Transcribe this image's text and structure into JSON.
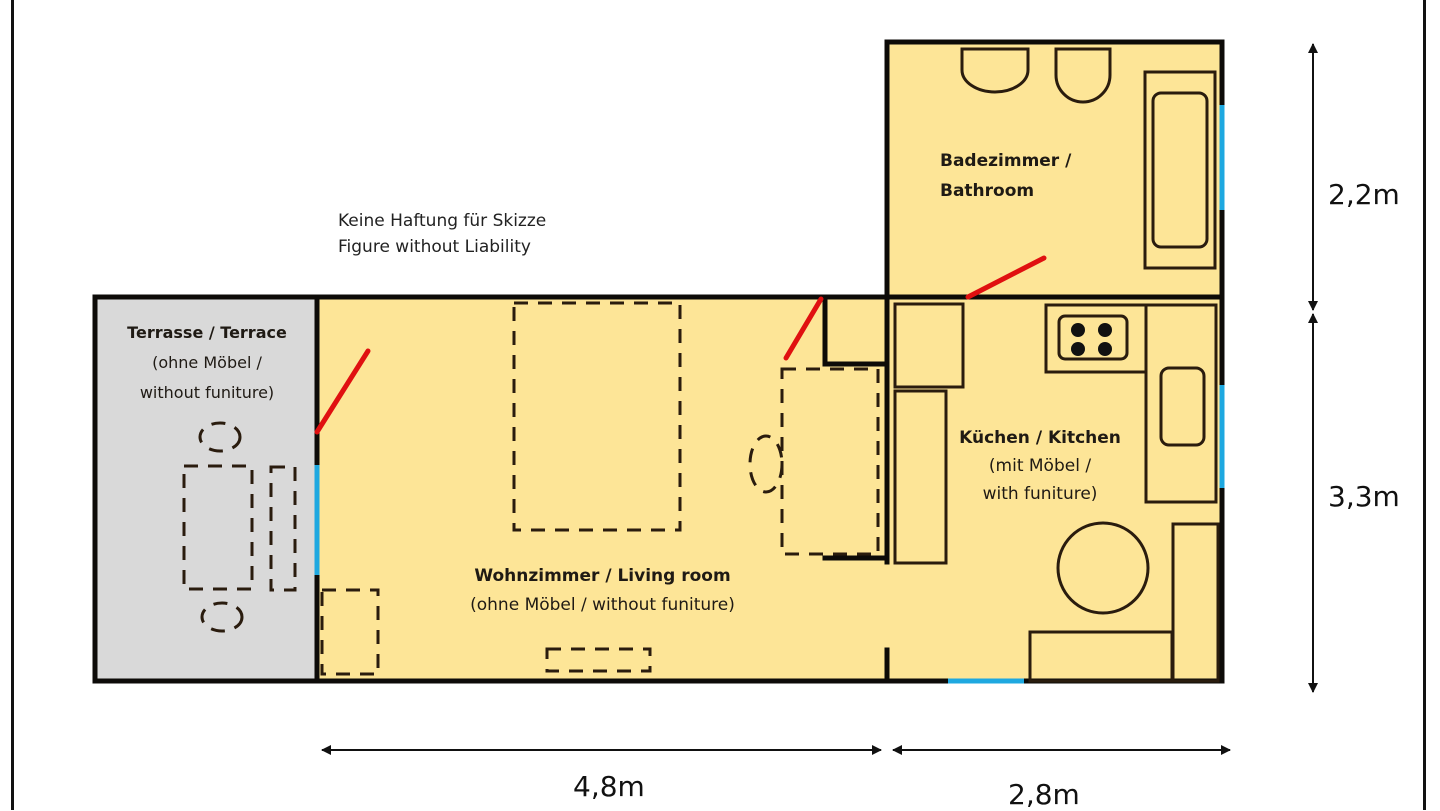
{
  "colors": {
    "room_fill": "#fde597",
    "terrace_fill": "#d9d9d9",
    "wall": "#0d0b08",
    "window": "#1ea8e0",
    "door": "#e01010",
    "furniture": "#2a1c0e"
  },
  "note": {
    "line1": "Keine Haftung für Skizze",
    "line2": "Figure without Liability"
  },
  "rooms": {
    "bathroom": {
      "line1": "Badezimmer /",
      "line2": "Bathroom"
    },
    "kitchen": {
      "title": "Küchen / Kitchen",
      "line2": "(mit Möbel /",
      "line3": "with funiture)"
    },
    "terrace": {
      "title": "Terrasse / Terrace",
      "line2": "(ohne Möbel /",
      "line3": "without funiture)"
    },
    "living": {
      "title": "Wohnzimmer / Living room",
      "line2": "(ohne Möbel / without funiture)"
    }
  },
  "dimensions": {
    "living_width": "4,8m",
    "kitchen_width": "2,8m",
    "bathroom_height": "2,2m",
    "kitchen_height": "3,3m"
  }
}
